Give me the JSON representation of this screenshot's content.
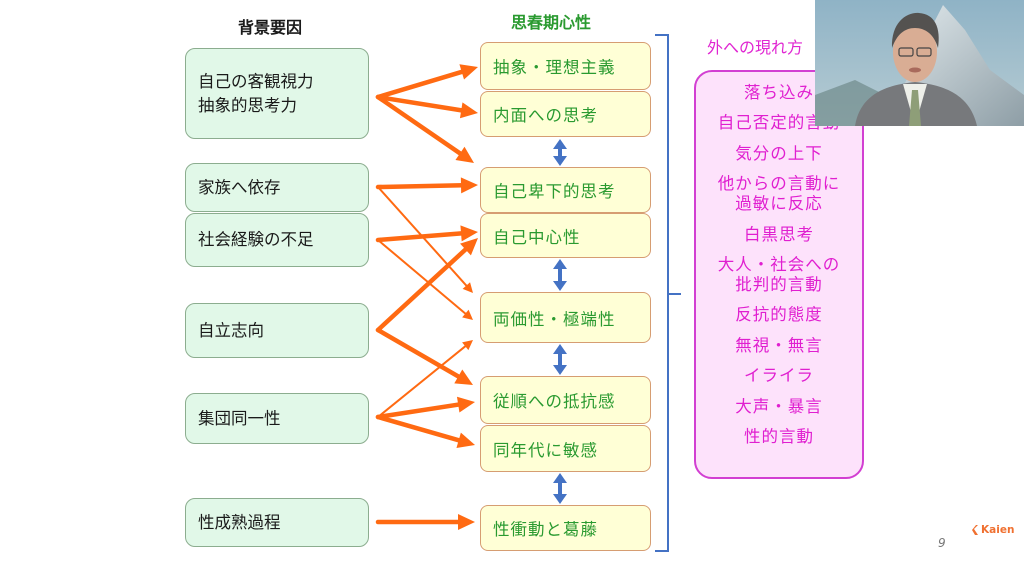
{
  "headers": {
    "background_factors": "背景要因",
    "adolescent_psychology": "思春期心性",
    "external_manifestations": "外への現れ方"
  },
  "background_factors": [
    {
      "label": "自己の客観視力\n抽象的思考力"
    },
    {
      "label": "家族へ依存"
    },
    {
      "label": "社会経験の不足"
    },
    {
      "label": "自立志向"
    },
    {
      "label": "集団同一性"
    },
    {
      "label": "性成熟過程"
    }
  ],
  "adolescent_traits": [
    {
      "label": "抽象・理想主義"
    },
    {
      "label": "内面への思考"
    },
    {
      "label": "自己卑下的思考"
    },
    {
      "label": "自己中心性"
    },
    {
      "label": "両価性・極端性"
    },
    {
      "label": "従順への抵抗感"
    },
    {
      "label": "同年代に敏感"
    },
    {
      "label": "性衝動と葛藤"
    }
  ],
  "manifestations": [
    "落ち込み",
    "自己否定的言動",
    "気分の上下",
    "他からの言動に\n過敏に反応",
    "白黒思考",
    "大人・社会への\n批判的言動",
    "反抗的態度",
    "無視・無言",
    "イライラ",
    "大声・暴言",
    "性的言動"
  ],
  "connections": [
    {
      "from": 0,
      "to": 0,
      "weight": "thick"
    },
    {
      "from": 0,
      "to": 1,
      "weight": "thick"
    },
    {
      "from": 0,
      "to": 2,
      "weight": "thick"
    },
    {
      "from": 1,
      "to": 2,
      "weight": "thick"
    },
    {
      "from": 1,
      "to": 4,
      "weight": "thin"
    },
    {
      "from": 2,
      "to": 3,
      "weight": "thick"
    },
    {
      "from": 2,
      "to": 4,
      "weight": "thin"
    },
    {
      "from": 3,
      "to": 3,
      "weight": "thick"
    },
    {
      "from": 3,
      "to": 5,
      "weight": "thick"
    },
    {
      "from": 4,
      "to": 4,
      "weight": "thin"
    },
    {
      "from": 4,
      "to": 5,
      "weight": "thick"
    },
    {
      "from": 4,
      "to": 6,
      "weight": "thick"
    },
    {
      "from": 5,
      "to": 7,
      "weight": "thick"
    }
  ],
  "trait_links": [
    {
      "between": [
        1,
        2
      ],
      "type": "bidirectional"
    },
    {
      "between": [
        3,
        4
      ],
      "type": "bidirectional"
    },
    {
      "between": [
        4,
        5
      ],
      "type": "bidirectional"
    },
    {
      "between": [
        6,
        7
      ],
      "type": "bidirectional"
    }
  ],
  "footer": {
    "page_number": "9",
    "logo_text": "Kaien"
  },
  "colors": {
    "arrow": "#ff6a12",
    "link": "#4472c4",
    "trait_text": "#2a9a30",
    "manifestation_text": "#e01fd0",
    "logo": "#f07030"
  }
}
